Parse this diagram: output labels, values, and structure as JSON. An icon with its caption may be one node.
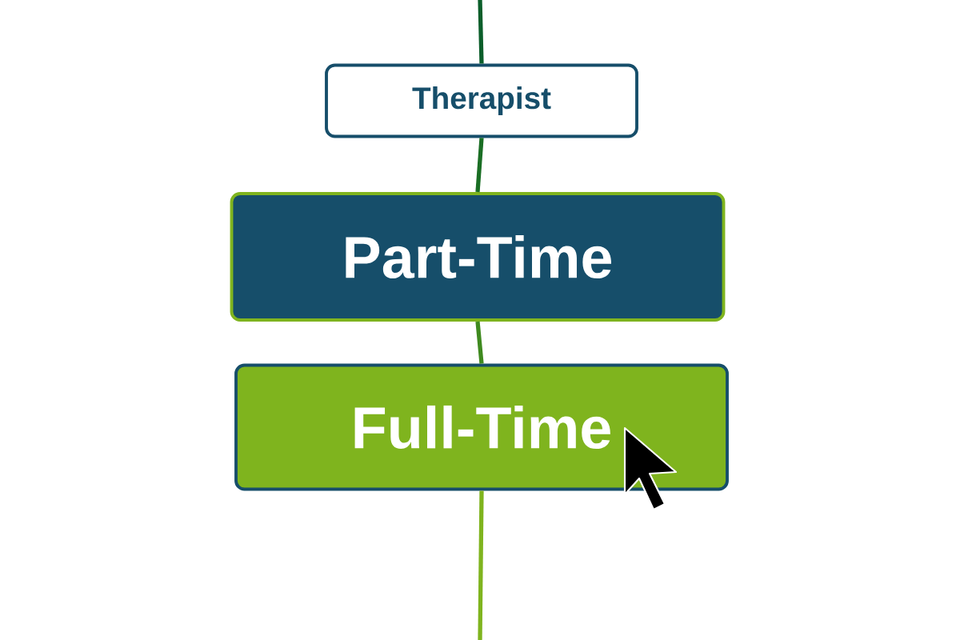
{
  "diagram": {
    "nodes": [
      {
        "text": [
          "Therapist"
        ]
      },
      {
        "text": [
          "Part-Time"
        ]
      },
      {
        "text": [
          "Full-Time"
        ]
      }
    ],
    "edges": [
      {
        "from": null,
        "to": 0,
        "arrow": "none",
        "color": "#0b5e2a"
      },
      {
        "from": 0,
        "to": 1,
        "arrow": "none",
        "color": "#1a6e24"
      },
      {
        "from": 1,
        "to": 2,
        "arrow": "none",
        "color": "#3f8a1f"
      },
      {
        "from": 2,
        "to": null,
        "arrow": "none",
        "color": "#7fb41e"
      }
    ]
  }
}
